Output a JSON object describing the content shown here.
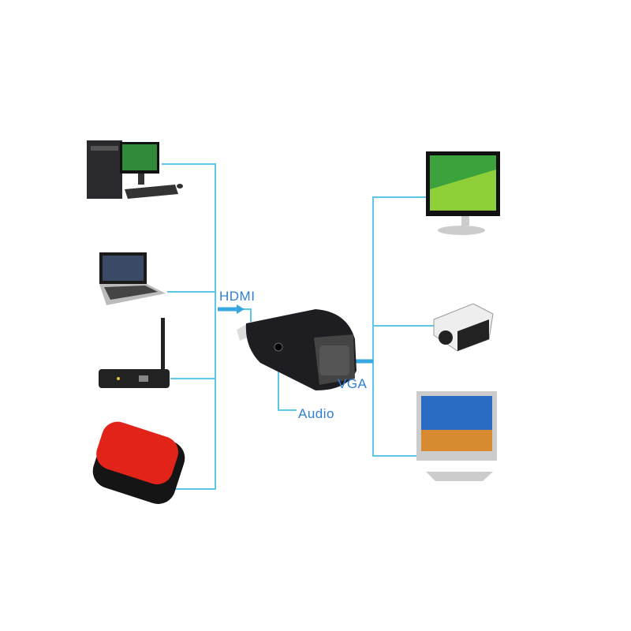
{
  "labels": {
    "hdmi": "HDMI",
    "vga": "VGA",
    "audio": "Audio"
  },
  "colors": {
    "line": "#5cc6e6",
    "text": "#2f7fd6",
    "adapter": "#1e1e22"
  },
  "sources": [
    "desktop-computer",
    "laptop",
    "set-top-box",
    "game-box"
  ],
  "displays": [
    "monitor",
    "projector",
    "tv"
  ]
}
